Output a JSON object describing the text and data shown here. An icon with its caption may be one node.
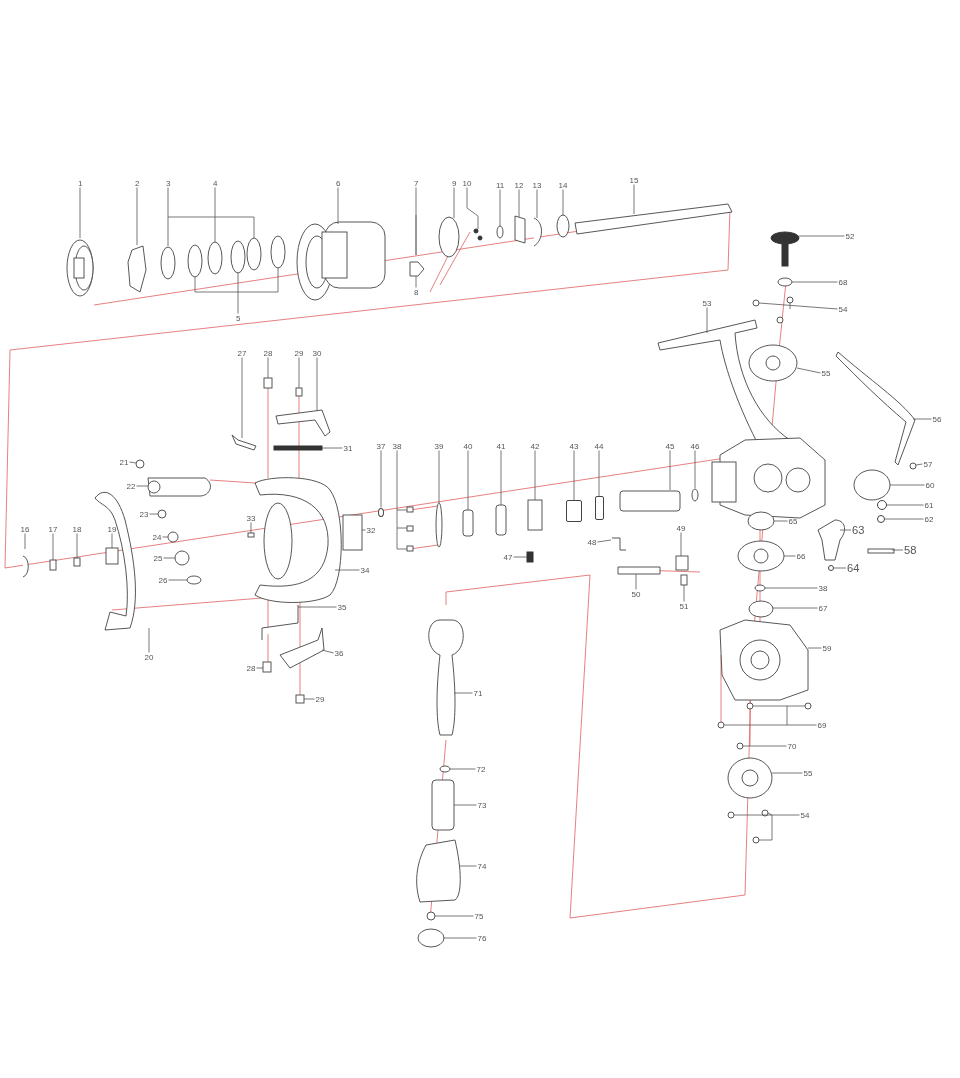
{
  "diagram": {
    "nodes": [
      {
        "text": [
          "1"
        ]
      },
      {
        "text": [
          "2"
        ]
      },
      {
        "text": [
          "3"
        ]
      },
      {
        "text": [
          "4"
        ]
      },
      {
        "text": [
          "5"
        ]
      },
      {
        "text": [
          "6"
        ]
      },
      {
        "text": [
          "7"
        ]
      },
      {
        "text": [
          "8"
        ]
      },
      {
        "text": [
          "9"
        ]
      },
      {
        "text": [
          "10"
        ]
      },
      {
        "text": [
          "11"
        ]
      },
      {
        "text": [
          "12"
        ]
      },
      {
        "text": [
          "13"
        ]
      },
      {
        "text": [
          "14"
        ]
      },
      {
        "text": [
          "15"
        ]
      },
      {
        "text": [
          "52"
        ]
      },
      {
        "text": [
          "68"
        ]
      },
      {
        "text": [
          "54"
        ]
      },
      {
        "text": [
          "53"
        ]
      },
      {
        "text": [
          "27"
        ]
      },
      {
        "text": [
          "28"
        ]
      },
      {
        "text": [
          "29"
        ]
      },
      {
        "text": [
          "30"
        ]
      },
      {
        "text": [
          "55"
        ]
      },
      {
        "text": [
          "56"
        ]
      },
      {
        "text": [
          "31"
        ]
      },
      {
        "text": [
          "37"
        ]
      },
      {
        "text": [
          "38"
        ]
      },
      {
        "text": [
          "39"
        ]
      },
      {
        "text": [
          "40"
        ]
      },
      {
        "text": [
          "41"
        ]
      },
      {
        "text": [
          "42"
        ]
      },
      {
        "text": [
          "43"
        ]
      },
      {
        "text": [
          "44"
        ]
      },
      {
        "text": [
          "45"
        ]
      },
      {
        "text": [
          "46"
        ]
      },
      {
        "text": [
          "21"
        ]
      },
      {
        "text": [
          "57"
        ]
      },
      {
        "text": [
          "22"
        ]
      },
      {
        "text": [
          "60"
        ]
      },
      {
        "text": [
          "61"
        ]
      },
      {
        "text": [
          "23"
        ]
      },
      {
        "text": [
          "62"
        ]
      },
      {
        "text": [
          "33"
        ]
      },
      {
        "text": [
          "65"
        ]
      },
      {
        "text": [
          "32"
        ]
      },
      {
        "text": [
          "49"
        ]
      },
      {
        "text": [
          "16"
        ]
      },
      {
        "text": [
          "17"
        ]
      },
      {
        "text": [
          "18"
        ]
      },
      {
        "text": [
          "19"
        ]
      },
      {
        "text": [
          "63"
        ]
      },
      {
        "text": [
          "24"
        ]
      },
      {
        "text": [
          "48"
        ]
      },
      {
        "text": [
          "66"
        ]
      },
      {
        "text": [
          "58"
        ]
      },
      {
        "text": [
          "47"
        ]
      },
      {
        "text": [
          "25"
        ]
      },
      {
        "text": [
          "64"
        ]
      },
      {
        "text": [
          "34"
        ]
      },
      {
        "text": [
          "26"
        ]
      },
      {
        "text": [
          "38"
        ]
      },
      {
        "text": [
          "50"
        ]
      },
      {
        "text": [
          "51"
        ]
      },
      {
        "text": [
          "35"
        ]
      },
      {
        "text": [
          "67"
        ]
      },
      {
        "text": [
          "59"
        ]
      },
      {
        "text": [
          "20"
        ]
      },
      {
        "text": [
          "36"
        ]
      },
      {
        "text": [
          "28"
        ]
      },
      {
        "text": [
          "71"
        ]
      },
      {
        "text": [
          "29"
        ]
      },
      {
        "text": [
          "69"
        ]
      },
      {
        "text": [
          "70"
        ]
      },
      {
        "text": [
          "72"
        ]
      },
      {
        "text": [
          "55"
        ]
      },
      {
        "text": [
          "73"
        ]
      },
      {
        "text": [
          "54"
        ]
      },
      {
        "text": [
          "74"
        ]
      },
      {
        "text": [
          "75"
        ]
      },
      {
        "text": [
          "76"
        ]
      },
      {
        "text": [],
        "shape": "circle"
      },
      {
        "text": [],
        "shape": "box"
      },
      {
        "text": [],
        "shape": "box"
      },
      {
        "text": [],
        "shape": "circle"
      },
      {
        "text": [],
        "shape": "circle"
      },
      {
        "text": [],
        "shape": "circle"
      }
    ],
    "edges": [
      {
        "from": 0,
        "to": null,
        "arrow": "none"
      },
      {
        "from": 1,
        "to": null,
        "arrow": "none"
      },
      {
        "from": 2,
        "to": null,
        "arrow": "none"
      },
      {
        "from": 3,
        "to": null,
        "arrow": "none"
      },
      {
        "from": 4,
        "to": null,
        "arrow": "none"
      },
      {
        "from": 5,
        "to": null,
        "arrow": "none"
      },
      {
        "from": 6,
        "to": null,
        "arrow": "none"
      },
      {
        "from": 7,
        "to": null,
        "arrow": "none"
      },
      {
        "from": 8,
        "to": null,
        "arrow": "none"
      },
      {
        "from": 9,
        "to": null,
        "arrow": "none"
      },
      {
        "from": 10,
        "to": null,
        "arrow": "none"
      },
      {
        "from": 11,
        "to": null,
        "arrow": "none"
      },
      {
        "from": 12,
        "to": null,
        "arrow": "none"
      },
      {
        "from": 13,
        "to": null,
        "arrow": "none"
      },
      {
        "from": 14,
        "to": null,
        "arrow": "none"
      },
      {
        "from": 15,
        "to": null,
        "arrow": "none"
      },
      {
        "from": 16,
        "to": null,
        "arrow": "none"
      },
      {
        "from": 17,
        "to": null,
        "arrow": "none"
      },
      {
        "from": 18,
        "to": null,
        "arrow": "none"
      },
      {
        "from": 19,
        "to": null,
        "arrow": "none"
      },
      {
        "from": 20,
        "to": null,
        "arrow": "none"
      },
      {
        "from": 21,
        "to": null,
        "arrow": "none"
      },
      {
        "from": 22,
        "to": null,
        "arrow": "none"
      },
      {
        "from": 23,
        "to": null,
        "arrow": "none"
      },
      {
        "from": 24,
        "to": null,
        "arrow": "none"
      },
      {
        "from": 25,
        "to": null,
        "arrow": "none"
      },
      {
        "from": 26,
        "to": 81,
        "arrow": "none"
      },
      {
        "from": 27,
        "to": null,
        "arrow": "none"
      },
      {
        "from": 28,
        "to": null,
        "arrow": "none"
      },
      {
        "from": 29,
        "to": null,
        "arrow": "none"
      },
      {
        "from": 30,
        "to": null,
        "arrow": "none"
      },
      {
        "from": 31,
        "to": null,
        "arrow": "none"
      },
      {
        "from": 32,
        "to": 82,
        "arrow": "none"
      },
      {
        "from": 33,
        "to": 83,
        "arrow": "none"
      },
      {
        "from": 34,
        "to": null,
        "arrow": "none"
      },
      {
        "from": 35,
        "to": null,
        "arrow": "none"
      },
      {
        "from": 36,
        "to": null,
        "arrow": "none"
      },
      {
        "from": 37,
        "to": null,
        "arrow": "none"
      },
      {
        "from": 38,
        "to": null,
        "arrow": "none"
      },
      {
        "from": 39,
        "to": null,
        "arrow": "none"
      },
      {
        "from": 40,
        "to": 84,
        "arrow": "none"
      },
      {
        "from": 41,
        "to": null,
        "arrow": "none"
      },
      {
        "from": 42,
        "to": 85,
        "arrow": "none"
      },
      {
        "from": 43,
        "to": null,
        "arrow": "none"
      },
      {
        "from": 44,
        "to": null,
        "arrow": "none"
      },
      {
        "from": 45,
        "to": null,
        "arrow": "none"
      },
      {
        "from": 46,
        "to": null,
        "arrow": "none"
      },
      {
        "from": 47,
        "to": null,
        "arrow": "none"
      },
      {
        "from": 48,
        "to": null,
        "arrow": "none"
      },
      {
        "from": 49,
        "to": null,
        "arrow": "none"
      },
      {
        "from": 50,
        "to": null,
        "arrow": "none"
      },
      {
        "from": 51,
        "to": null,
        "arrow": "none"
      },
      {
        "from": 52,
        "to": null,
        "arrow": "none"
      },
      {
        "from": 53,
        "to": null,
        "arrow": "none"
      },
      {
        "from": 54,
        "to": null,
        "arrow": "none"
      },
      {
        "from": 55,
        "to": null,
        "arrow": "none"
      },
      {
        "from": 56,
        "to": null,
        "arrow": "none"
      },
      {
        "from": 57,
        "to": null,
        "arrow": "none"
      },
      {
        "from": 58,
        "to": 86,
        "arrow": "none"
      },
      {
        "from": 59,
        "to": null,
        "arrow": "none"
      },
      {
        "from": 60,
        "to": null,
        "arrow": "none"
      },
      {
        "from": 61,
        "to": null,
        "arrow": "none"
      },
      {
        "from": 62,
        "to": null,
        "arrow": "none"
      },
      {
        "from": 63,
        "to": null,
        "arrow": "none"
      },
      {
        "from": 64,
        "to": null,
        "arrow": "none"
      },
      {
        "from": 65,
        "to": null,
        "arrow": "none"
      },
      {
        "from": 66,
        "to": null,
        "arrow": "none"
      },
      {
        "from": 67,
        "to": null,
        "arrow": "none"
      },
      {
        "from": 68,
        "to": null,
        "arrow": "none"
      },
      {
        "from": 69,
        "to": null,
        "arrow": "none"
      },
      {
        "from": 70,
        "to": null,
        "arrow": "none"
      },
      {
        "from": 71,
        "to": null,
        "arrow": "none"
      },
      {
        "from": 72,
        "to": null,
        "arrow": "none"
      },
      {
        "from": 73,
        "to": null,
        "arrow": "none"
      },
      {
        "from": 74,
        "to": null,
        "arrow": "none"
      },
      {
        "from": 75,
        "to": null,
        "arrow": "none"
      },
      {
        "from": 76,
        "to": null,
        "arrow": "none"
      },
      {
        "from": 77,
        "to": null,
        "arrow": "none"
      },
      {
        "from": 78,
        "to": null,
        "arrow": "none"
      },
      {
        "from": 79,
        "to": null,
        "arrow": "none"
      },
      {
        "from": 80,
        "to": null,
        "arrow": "none"
      }
    ]
  }
}
